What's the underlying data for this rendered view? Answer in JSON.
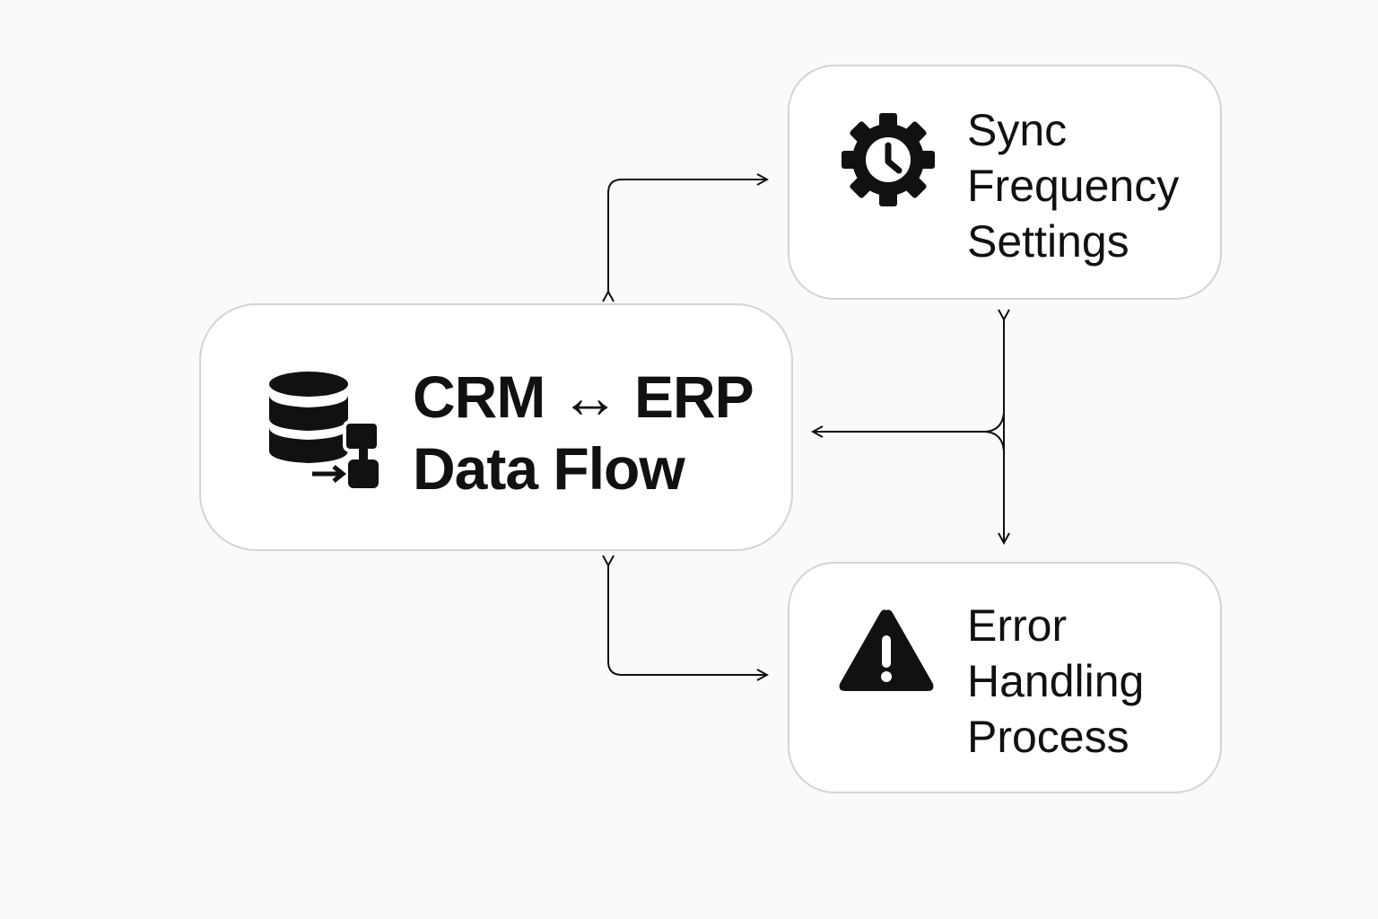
{
  "nodes": {
    "main": {
      "line1": "CRM ↔ ERP",
      "line2": "Data Flow",
      "icon": "database-flow-icon"
    },
    "sync": {
      "line1": "Sync",
      "line2": "Frequency",
      "line3": "Settings",
      "icon": "gear-clock-icon"
    },
    "error": {
      "line1": "Error",
      "line2": "Handling",
      "line3": "Process",
      "icon": "warning-icon"
    }
  },
  "colors": {
    "background": "#fafafa",
    "border": "#d4d4d4",
    "ink": "#111111"
  }
}
